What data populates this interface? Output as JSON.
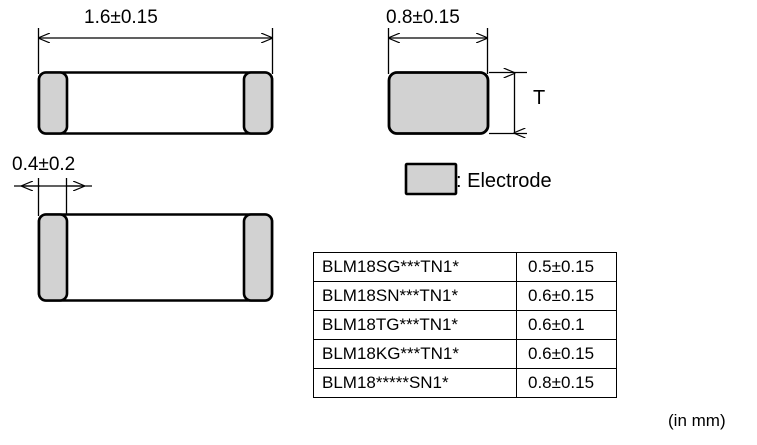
{
  "diagram": {
    "title_units": "(in mm)",
    "dimensions": {
      "length": "1.6±0.15",
      "width": "0.8±0.15",
      "band": "0.4±0.2",
      "thickness": "T"
    },
    "legend": {
      "separator": ":",
      "label": ": Electrode",
      "swatch_name": "electrode-swatch"
    },
    "colors": {
      "electrode_fill": "#d2d2d2",
      "outline": "#000000",
      "background": "#ffffff"
    }
  },
  "table": {
    "rows": [
      {
        "part": "BLM18SG***TN1*",
        "thickness": "0.5±0.15"
      },
      {
        "part": "BLM18SN***TN1*",
        "thickness": "0.6±0.15"
      },
      {
        "part": "BLM18TG***TN1*",
        "thickness": "0.6±0.1"
      },
      {
        "part": "BLM18KG***TN1*",
        "thickness": "0.6±0.15"
      },
      {
        "part": "BLM18*****SN1*",
        "thickness": "0.8±0.15"
      }
    ]
  }
}
